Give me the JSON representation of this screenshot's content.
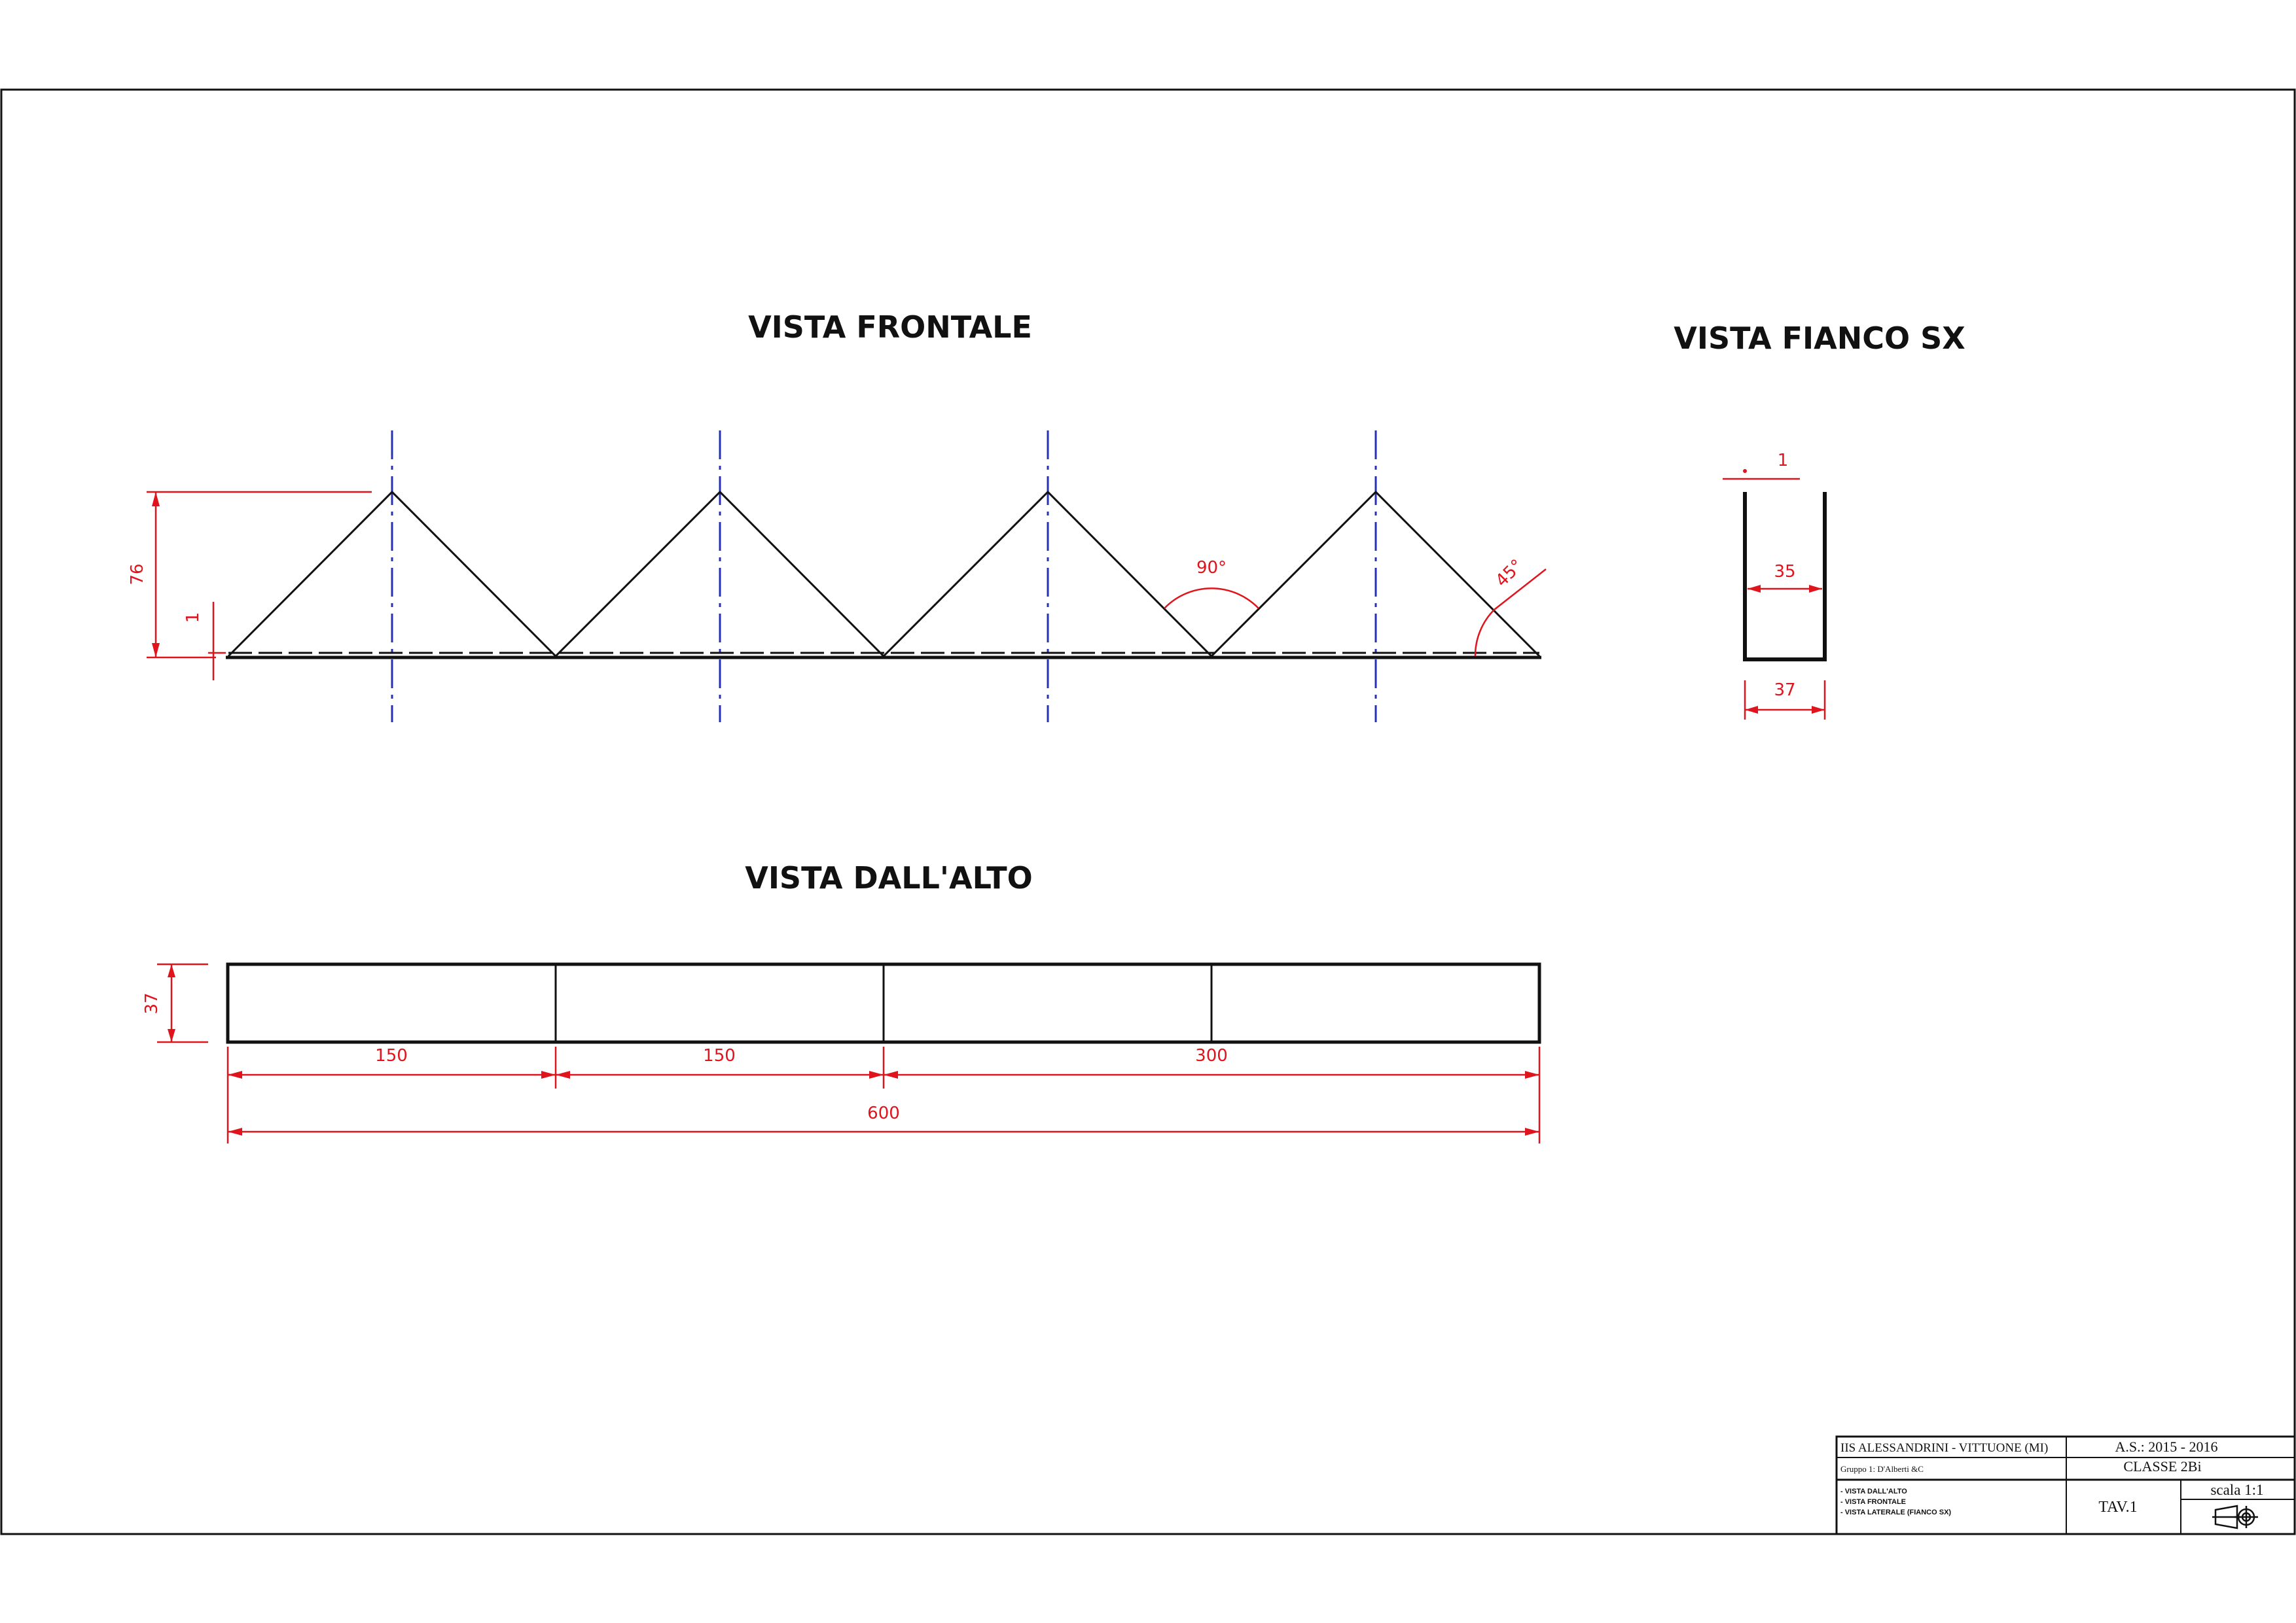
{
  "views": {
    "front": {
      "title": "VISTA FRONTALE"
    },
    "side": {
      "title": "VISTA FIANCO SX"
    },
    "top": {
      "title": "VISTA DALL'ALTO"
    }
  },
  "dimensions": {
    "front_height": "76",
    "front_thickness": "1",
    "angle_apex": "90°",
    "angle_end": "45°",
    "side_thickness": "1",
    "side_inner_width": "35",
    "side_outer_width": "37",
    "top_depth": "37",
    "top_seg1": "150",
    "top_seg2": "150",
    "top_seg3": "300",
    "top_total": "600"
  },
  "title_block": {
    "school": "IIS ALESSANDRINI - VITTUONE (MI)",
    "year": "A.S.: 2015 - 2016",
    "group": "Gruppo 1: D'Alberti &C",
    "class": "CLASSE 2Bi",
    "contents": [
      "- VISTA DALL'ALTO",
      "- VISTA FRONTALE",
      "- VISTA LATERALE (FIANCO SX)"
    ],
    "sheet": "TAV.1",
    "scale": "scala 1:1"
  },
  "colors": {
    "outline": "#111111",
    "dimension": "#e0141c",
    "centerline": "#2630b4"
  },
  "icons": [
    "projection-symbol-icon"
  ]
}
